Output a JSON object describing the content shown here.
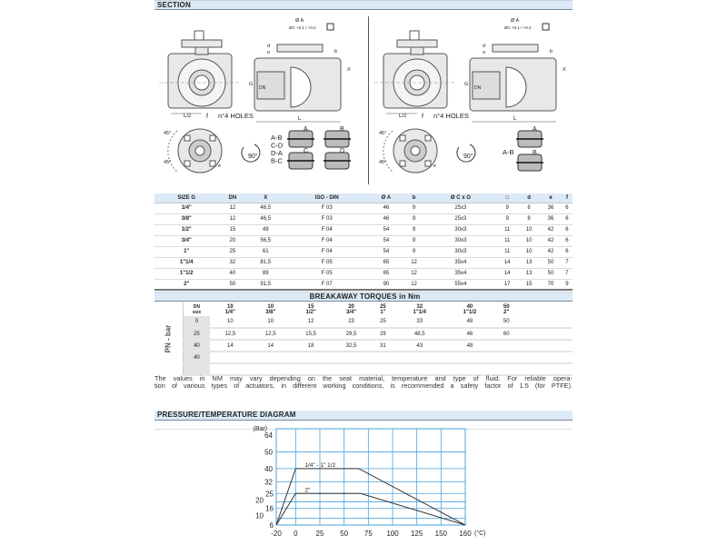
{
  "section": {
    "title": "SECTION"
  },
  "drawing_left": {
    "phi_a": "Ø A",
    "phi_c": "ØC +0.1 / +0.2",
    "o": "o",
    "d": "d",
    "b": "b",
    "x": "X",
    "g": "G",
    "dn": "DN",
    "l2": "L/2",
    "l": "L",
    "f": "f",
    "holes": "n°4 HOLES",
    "a45_1": "45°",
    "a45_2": "45°",
    "e": "e",
    "rot": "90°",
    "flows": [
      "A-B",
      "C-D",
      "D-A",
      "B-C"
    ],
    "ports": [
      "A",
      "B",
      "C",
      "D"
    ]
  },
  "drawing_right": {
    "phi_a": "Ø A",
    "phi_c": "ØC +0.1 / +0.2",
    "o": "o",
    "d": "d",
    "b": "b",
    "x": "X",
    "g": "G",
    "dn": "DN",
    "l2": "L/2",
    "l": "L",
    "f": "f",
    "holes": "n°4 HOLES",
    "a45_1": "45°",
    "a45_2": "45°",
    "e": "e",
    "rot": "90°",
    "flows": [
      "A-B"
    ],
    "ports": [
      "A",
      "B"
    ]
  },
  "dimensions": {
    "headers": [
      "SIZE G",
      "DN",
      "X",
      "ISO - DIN",
      "Ø A",
      "b",
      "Ø C x O",
      "□",
      "d",
      "e",
      "f"
    ],
    "rows": [
      [
        "1/4\"",
        "12",
        "46,5",
        "F 03",
        "46",
        "9",
        "25x3",
        "9",
        "8",
        "36",
        "6"
      ],
      [
        "3/8\"",
        "12",
        "46,5",
        "F 03",
        "46",
        "9",
        "25x3",
        "9",
        "8",
        "36",
        "6"
      ],
      [
        "1/2\"",
        "15",
        "49",
        "F 04",
        "54",
        "9",
        "30x3",
        "11",
        "10",
        "42",
        "6"
      ],
      [
        "3/4\"",
        "20",
        "56,5",
        "F 04",
        "54",
        "9",
        "30x3",
        "11",
        "10",
        "42",
        "6"
      ],
      [
        "1\"",
        "25",
        "61",
        "F 04",
        "54",
        "9",
        "30x3",
        "11",
        "10",
        "42",
        "6"
      ],
      [
        "1\"1/4",
        "32",
        "81,5",
        "F 05",
        "65",
        "12",
        "35x4",
        "14",
        "13",
        "50",
        "7"
      ],
      [
        "1\"1/2",
        "40",
        "89",
        "F 05",
        "65",
        "12",
        "35x4",
        "14",
        "13",
        "50",
        "7"
      ],
      [
        "2\"",
        "50",
        "91,5",
        "F 07",
        "90",
        "12",
        "55x4",
        "17",
        "15",
        "70",
        "9"
      ]
    ]
  },
  "torques": {
    "title": "BREAKAWAY TORQUES in Nm",
    "pn_label": "PN - bar",
    "dn_label": "DN",
    "size_label": "size",
    "columns": [
      [
        "10",
        "1/4\""
      ],
      [
        "10",
        "3/8\""
      ],
      [
        "15",
        "1/2\""
      ],
      [
        "20",
        "3/4\""
      ],
      [
        "25",
        "1\""
      ],
      [
        "32",
        "1\"1/4"
      ],
      [
        "40",
        "1\"1/2"
      ],
      [
        "50",
        "2\""
      ]
    ],
    "rows": [
      {
        "pn": "0",
        "values": [
          "10",
          "10",
          "12",
          "23",
          "25",
          "33",
          "48",
          "50"
        ]
      },
      {
        "pn": "25",
        "values": [
          "12,5",
          "12,5",
          "15,5",
          "29,5",
          "29",
          "48,5",
          "46",
          "60"
        ]
      },
      {
        "pn": "40",
        "values": [
          "14",
          "14",
          "18",
          "32,5",
          "31",
          "43",
          "48",
          ""
        ]
      },
      {
        "pn": "40",
        "values": [
          "",
          "",
          "",
          "",
          "",
          "",
          "",
          ""
        ]
      },
      {
        "pn": "",
        "values": [
          "",
          "",
          "",
          "",
          "",
          "",
          "",
          ""
        ]
      }
    ],
    "note_line1": "The values in NM may vary depending on the seat material, temperature and type of fluid. For reliable opera-",
    "note_line2": "tion of various types of actuators, in different working conditions, is recommended a safety factor of 1.5 (for PTFE)."
  },
  "diagram": {
    "title": "PRESSURE/TEMPERATURE DIAGRAM"
  },
  "chart_data": {
    "type": "line",
    "title": "PRESSURE/TEMPERATURE DIAGRAM",
    "ylabel": "(Bar)",
    "xlabel": "(°C)",
    "xticks": [
      -20,
      0,
      25,
      50,
      75,
      100,
      125,
      150,
      160
    ],
    "yticks": [
      6,
      10,
      16,
      20,
      25,
      32,
      40,
      50,
      64
    ],
    "xlim": [
      -20,
      160
    ],
    "ylim": [
      6,
      64
    ],
    "grid": true,
    "series": [
      {
        "name": "1/4\" - 1\" 1/2",
        "points": [
          [
            -20,
            6
          ],
          [
            0,
            40
          ],
          [
            65,
            40
          ],
          [
            160,
            6
          ]
        ]
      },
      {
        "name": "2\"",
        "points": [
          [
            -20,
            6
          ],
          [
            0,
            25
          ],
          [
            67,
            25
          ],
          [
            160,
            6
          ]
        ]
      }
    ],
    "line_color": "#333333",
    "grid_color": "#4aa3df"
  }
}
